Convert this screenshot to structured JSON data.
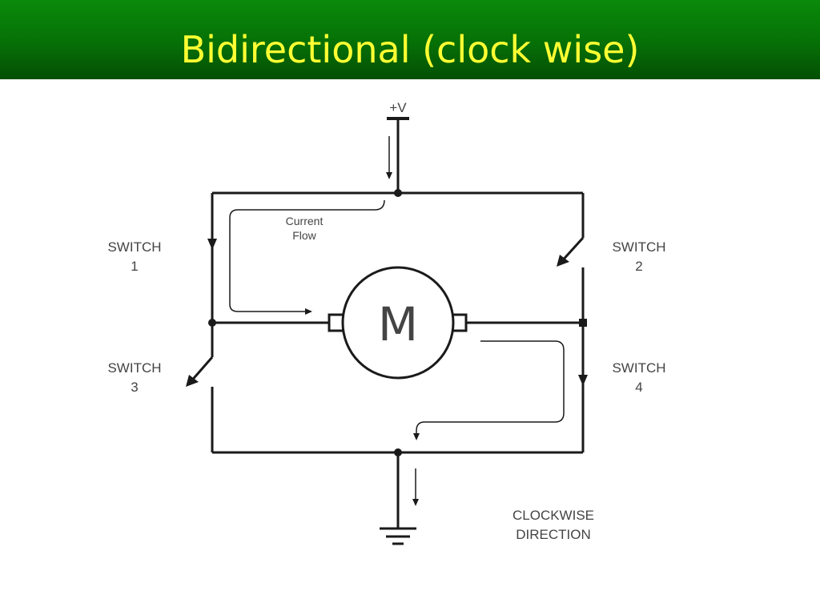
{
  "slide": {
    "title": "Bidirectional (clock wise)"
  },
  "diagram": {
    "supply_label": "+V",
    "current_flow_line1": "Current",
    "current_flow_line2": "Flow",
    "motor_label": "M",
    "switch1_line1": "SWITCH",
    "switch1_line2": "1",
    "switch2_line1": "SWITCH",
    "switch2_line2": "2",
    "switch3_line1": "SWITCH",
    "switch3_line2": "3",
    "switch4_line1": "SWITCH",
    "switch4_line2": "4",
    "direction_line1": "CLOCKWISE",
    "direction_line2": "DIRECTION"
  },
  "colors": {
    "title_bar": "#067006",
    "title_text": "#ffff33",
    "wire": "#1a1a1a",
    "label": "#444444"
  }
}
